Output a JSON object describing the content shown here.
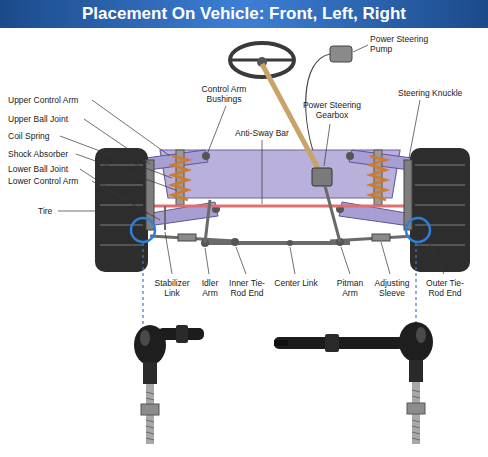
{
  "diagram": {
    "title": "Placement On Vehicle: Front, Left, Right",
    "labels": [
      "Power Steering Pump",
      "Control Arm Bushings",
      "Steering Knuckle",
      "Power Steering Gearbox",
      "Upper Control Arm",
      "Upper Ball Joint",
      "Anti-Sway Bar",
      "Coil Spring",
      "Shock Absorber",
      "Lower Ball Joint",
      "Lower Control Arm",
      "Tire",
      "Stabilizer Link",
      "Idler Arm",
      "Inner Tie-Rod End",
      "Center Link",
      "Pitman Arm",
      "Adjusting Sleeve",
      "Outer Tie-Rod End"
    ]
  }
}
